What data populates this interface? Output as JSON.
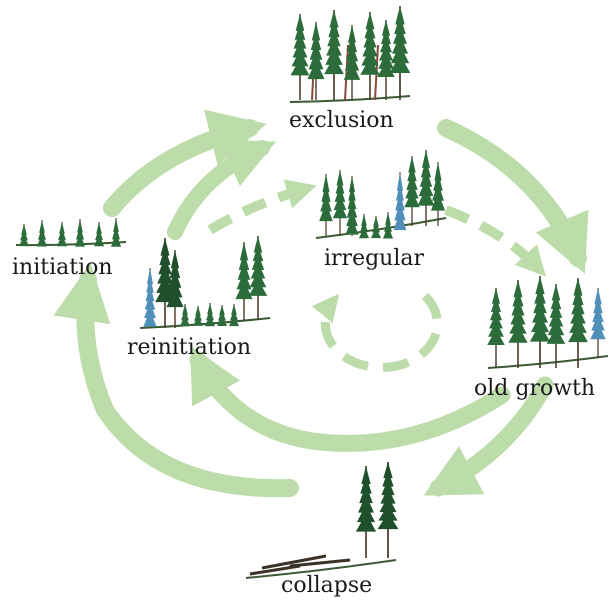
{
  "colors": {
    "arrow": "#bcdcaa",
    "tree": "#2c6b3a",
    "tree_dark": "#1f4f2b",
    "tree_blue": "#4f8fb8",
    "trunk": "#4a3a2a",
    "snag": "#8a4a3a",
    "ground": "#3a5a32",
    "label": "#1a1a1a"
  },
  "stages": {
    "exclusion": "exclusion",
    "initiation": "initiation",
    "irregular": "irregular",
    "reinitiation": "reinitiation",
    "old_growth": "old growth",
    "collapse": "collapse"
  },
  "icons": {
    "tree": "conifer-tree-icon",
    "snag": "dead-snag-icon",
    "log": "fallen-log-icon"
  }
}
